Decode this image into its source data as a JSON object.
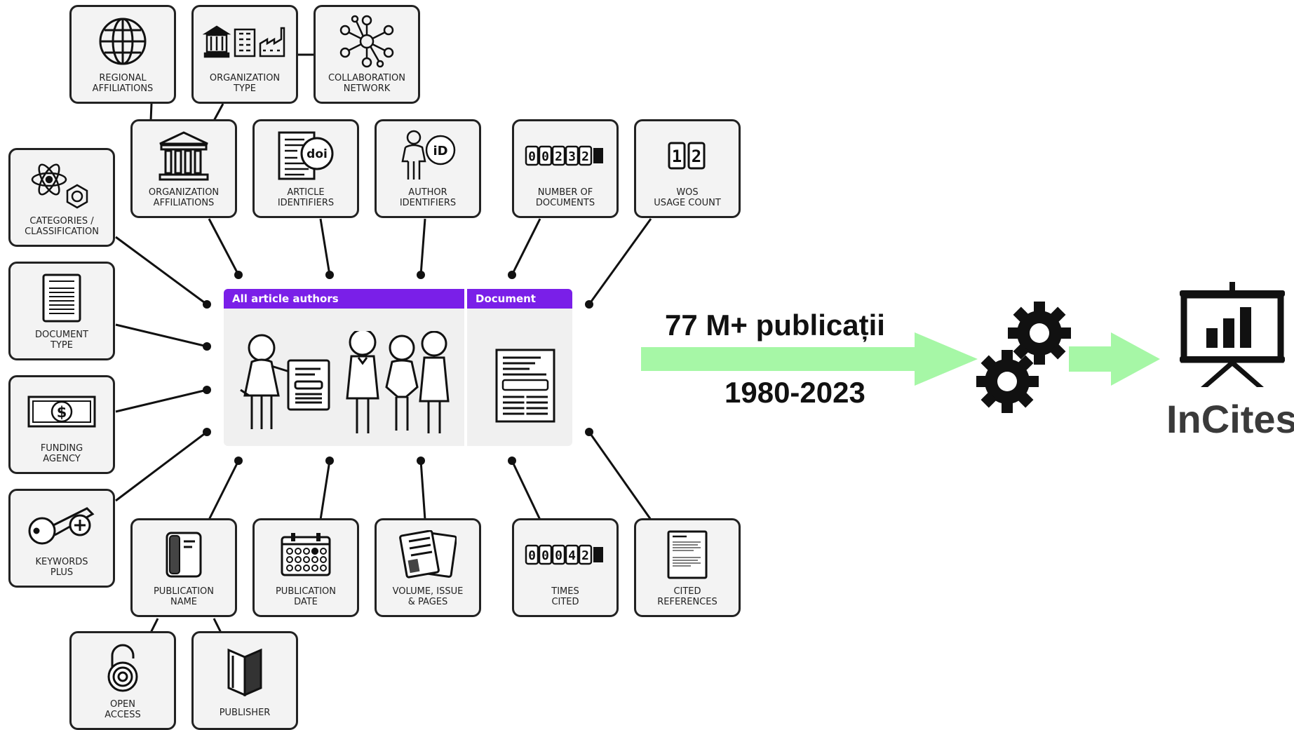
{
  "center": {
    "authors_tab": "All article authors",
    "document_tab": "Document"
  },
  "boxes": {
    "regional_affiliations": "REGIONAL\nAFFILIATIONS",
    "organization_type": "ORGANIZATION\nTYPE",
    "collaboration_network": "COLLABORATION\nNETWORK",
    "organization_affiliations": "ORGANIZATION\nAFFILIATIONS",
    "article_identifiers": "ARTICLE\nIDENTIFIERS",
    "author_identifiers": "AUTHOR\nIDENTIFIERS",
    "number_of_documents": "NUMBER OF\nDOCUMENTS",
    "wos_usage_count": "WOS\nUSAGE COUNT",
    "categories_classification": "CATEGORIES /\nCLASSIFICATION",
    "document_type": "DOCUMENT\nTYPE",
    "funding_agency": "FUNDING\nAGENCY",
    "keywords_plus": "KEYWORDS\nPLUS",
    "publication_name": "PUBLICATION\nNAME",
    "publication_date": "PUBLICATION\nDATE",
    "volume_issue_pages": "VOLUME, ISSUE\n& PAGES",
    "times_cited": "TIMES\nCITED",
    "cited_references": "CITED\nREFERENCES",
    "open_access": "OPEN\nACCESS",
    "publisher": "PUBLISHER"
  },
  "counters": {
    "documents_digits": [
      "0",
      "0",
      "2",
      "3",
      "2"
    ],
    "times_cited_digits": [
      "0",
      "0",
      "0",
      "4",
      "2"
    ],
    "wos_digits": [
      "1",
      "2"
    ]
  },
  "icons": {
    "doi_badge": "doi",
    "id_badge": "iD",
    "currency": "$"
  },
  "flow": {
    "publications": "77 M+ publicații",
    "years": "1980-2023",
    "product": "InCites"
  },
  "colors": {
    "tab_purple": "#7a1fe8",
    "arrow_green": "#a6f7a6",
    "box_border": "#222222",
    "box_fill": "#f3f3f3"
  }
}
